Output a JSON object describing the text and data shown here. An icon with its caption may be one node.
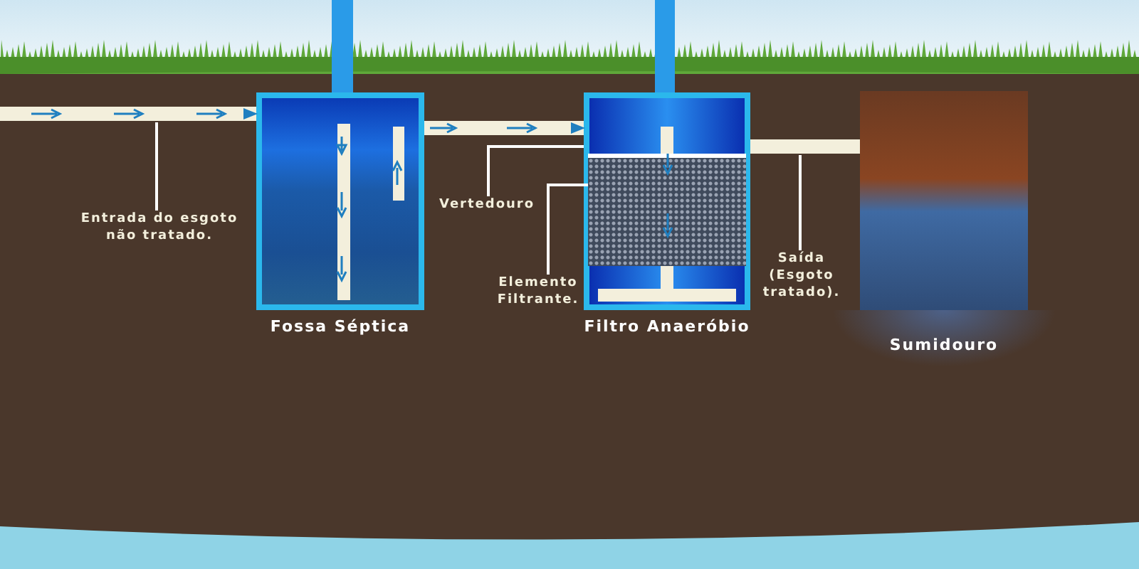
{
  "diagram": {
    "nodes": [
      {
        "text": [
          "Fossa Séptica"
        ]
      },
      {
        "text": [
          "Filtro Anaeróbio"
        ]
      },
      {
        "text": [],
        "shape": "box",
        "in": 1
      },
      {
        "text": [
          "Sumidouro"
        ]
      },
      {
        "text": [
          "Entrada do esgoto não tratado."
        ]
      },
      {
        "text": [
          "Vertedouro"
        ]
      },
      {
        "text": [
          "Elemento Filtrante."
        ]
      },
      {
        "text": [
          "Saída (Esgoto tratado)."
        ]
      }
    ],
    "edges": [
      {
        "from": null,
        "to": 0,
        "arrow": "to",
        "style": "thick",
        "color": "#f3efdc"
      },
      {
        "from": 0,
        "to": 1,
        "arrow": "to",
        "style": "thick",
        "color": "#f3efdc"
      },
      {
        "from": 1,
        "to": 3,
        "arrow": "none",
        "style": "thick",
        "color": "#f3efdc"
      },
      {
        "from": 4,
        "to": null,
        "arrow": "none"
      },
      {
        "from": 5,
        "to": 1,
        "arrow": "none"
      },
      {
        "from": 6,
        "to": 2,
        "arrow": "none"
      },
      {
        "from": 7,
        "to": null,
        "arrow": "none"
      }
    ]
  }
}
